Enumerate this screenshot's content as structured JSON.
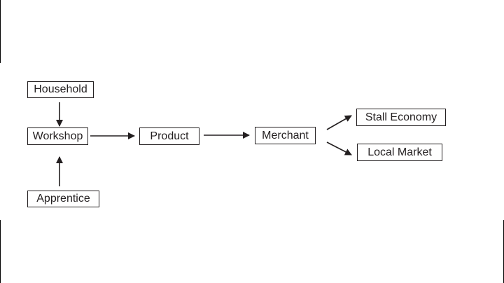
{
  "diagram": {
    "nodes": {
      "household": "Household",
      "workshop": "Workshop",
      "apprentice": "Apprentice",
      "product": "Product",
      "merchant": "Merchant",
      "stall_economy": "Stall Economy",
      "local_market": "Local Market"
    },
    "edges": [
      {
        "from": "Household",
        "to": "Workshop"
      },
      {
        "from": "Apprentice",
        "to": "Workshop"
      },
      {
        "from": "Workshop",
        "to": "Product"
      },
      {
        "from": "Product",
        "to": "Merchant"
      },
      {
        "from": "Merchant",
        "to": "Stall Economy"
      },
      {
        "from": "Merchant",
        "to": "Local Market"
      }
    ]
  },
  "colors": {
    "ink": "#231f20",
    "background": "#ffffff"
  }
}
